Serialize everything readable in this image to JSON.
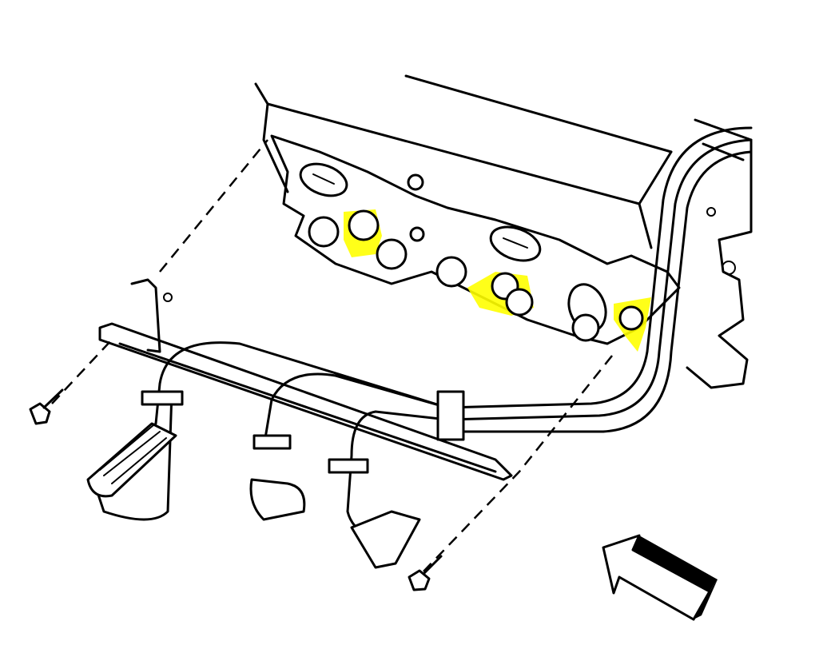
{
  "diagram": {
    "colors": {
      "line": "#000000",
      "highlight": "#ffff00",
      "background": "#ffffff"
    },
    "elements": [
      "engine-block",
      "exhaust-manifold-gasket-surface",
      "spark-plug-wire-harness",
      "wire-bracket",
      "spark-plug-boots",
      "bolts",
      "direction-arrow"
    ],
    "highlight_count": 3
  }
}
